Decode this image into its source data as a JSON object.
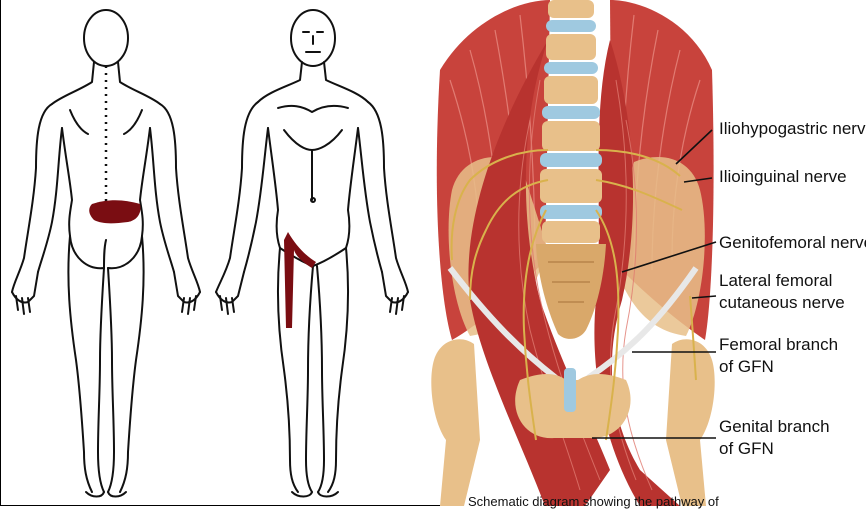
{
  "labels": {
    "iliohypogastric": "Iliohypogastric nerve",
    "ilioinguinal": "Ilioinguinal nerve",
    "genitofemoral": "Genitofemoral nerve",
    "lateral_femoral_line1": "Lateral femoral",
    "lateral_femoral_line2": "cutaneous nerve",
    "femoral_branch_line1": "Femoral branch",
    "femoral_branch_line2": "of GFN",
    "genital_branch_line1": "Genital branch",
    "genital_branch_line2": "of GFN"
  },
  "caption": "Schematic diagram showing the pathway of",
  "colors": {
    "pain_region": "#7a0d12",
    "muscle": "#c8433c",
    "bone": "#e8c08a",
    "disc": "#9fc9e0",
    "nerve": "#d9b24c"
  }
}
